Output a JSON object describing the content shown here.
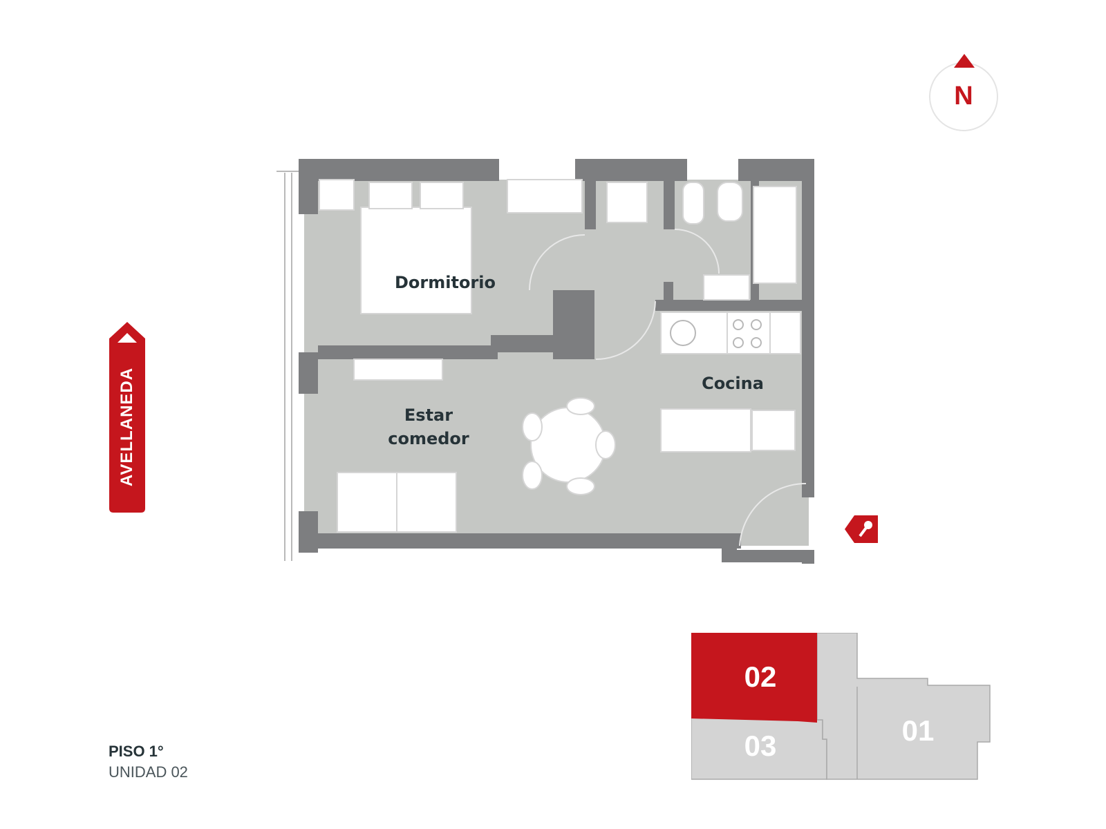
{
  "compass": {
    "letter": "N",
    "icon": "north-arrow-icon",
    "color": "#c5161d"
  },
  "street": {
    "name": "AVELLANEDA",
    "color": "#c5161d"
  },
  "rooms": {
    "dormitorio": "Dormitorio",
    "estar_line1": "Estar",
    "estar_line2": "comedor",
    "cocina": "Cocina"
  },
  "entrance": {
    "icon": "key-icon"
  },
  "floor": {
    "floor_label": "PISO 1°",
    "unit_label": "UNIDAD 02"
  },
  "key_plan": {
    "highlighted_unit": "02",
    "units": [
      {
        "id": "02",
        "label": "02",
        "highlighted": true
      },
      {
        "id": "03",
        "label": "03",
        "highlighted": false
      },
      {
        "id": "01",
        "label": "01",
        "highlighted": false
      }
    ]
  },
  "colors": {
    "accent": "#c5161d",
    "floor": "#c5c7c4",
    "wall": "#7d7e80",
    "text": "#263338"
  }
}
